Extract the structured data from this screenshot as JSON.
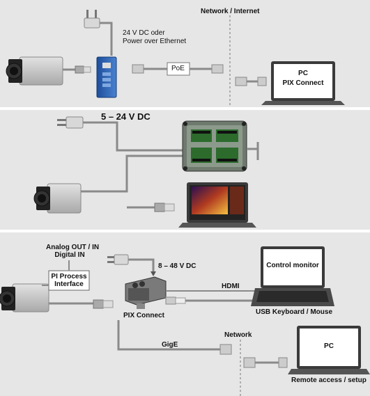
{
  "panel1": {
    "network_label": "Network / Internet",
    "power_label_1": "24 V DC oder",
    "power_label_2": "Power over Ethernet",
    "poe_label": "PoE",
    "pc_label_1": "PC",
    "pc_label_2": "PIX Connect"
  },
  "panel2": {
    "voltage_label": "5 – 24 V DC"
  },
  "panel3": {
    "analog_label_1": "Analog OUT / IN",
    "analog_label_2": "Digital IN",
    "interface_label_1": "PI Process",
    "interface_label_2": "Interface",
    "voltage_label": "8 – 48 V DC",
    "hdmi_label": "HDMI",
    "monitor_label": "Control monitor",
    "usb_label": "USB Keyboard / Mouse",
    "pix_label": "PIX Connect",
    "network_label": "Network",
    "gige_label": "GigE",
    "pc_label": "PC",
    "remote_label": "Remote access / setup"
  },
  "colors": {
    "background": "#e6e6e6",
    "wire": "#8a8a8a",
    "camera_body": "#c9c9c9",
    "module_blue": "#2a5aa8",
    "junction_box": "#5a6a5a",
    "laptop": "#3a3a3a"
  }
}
